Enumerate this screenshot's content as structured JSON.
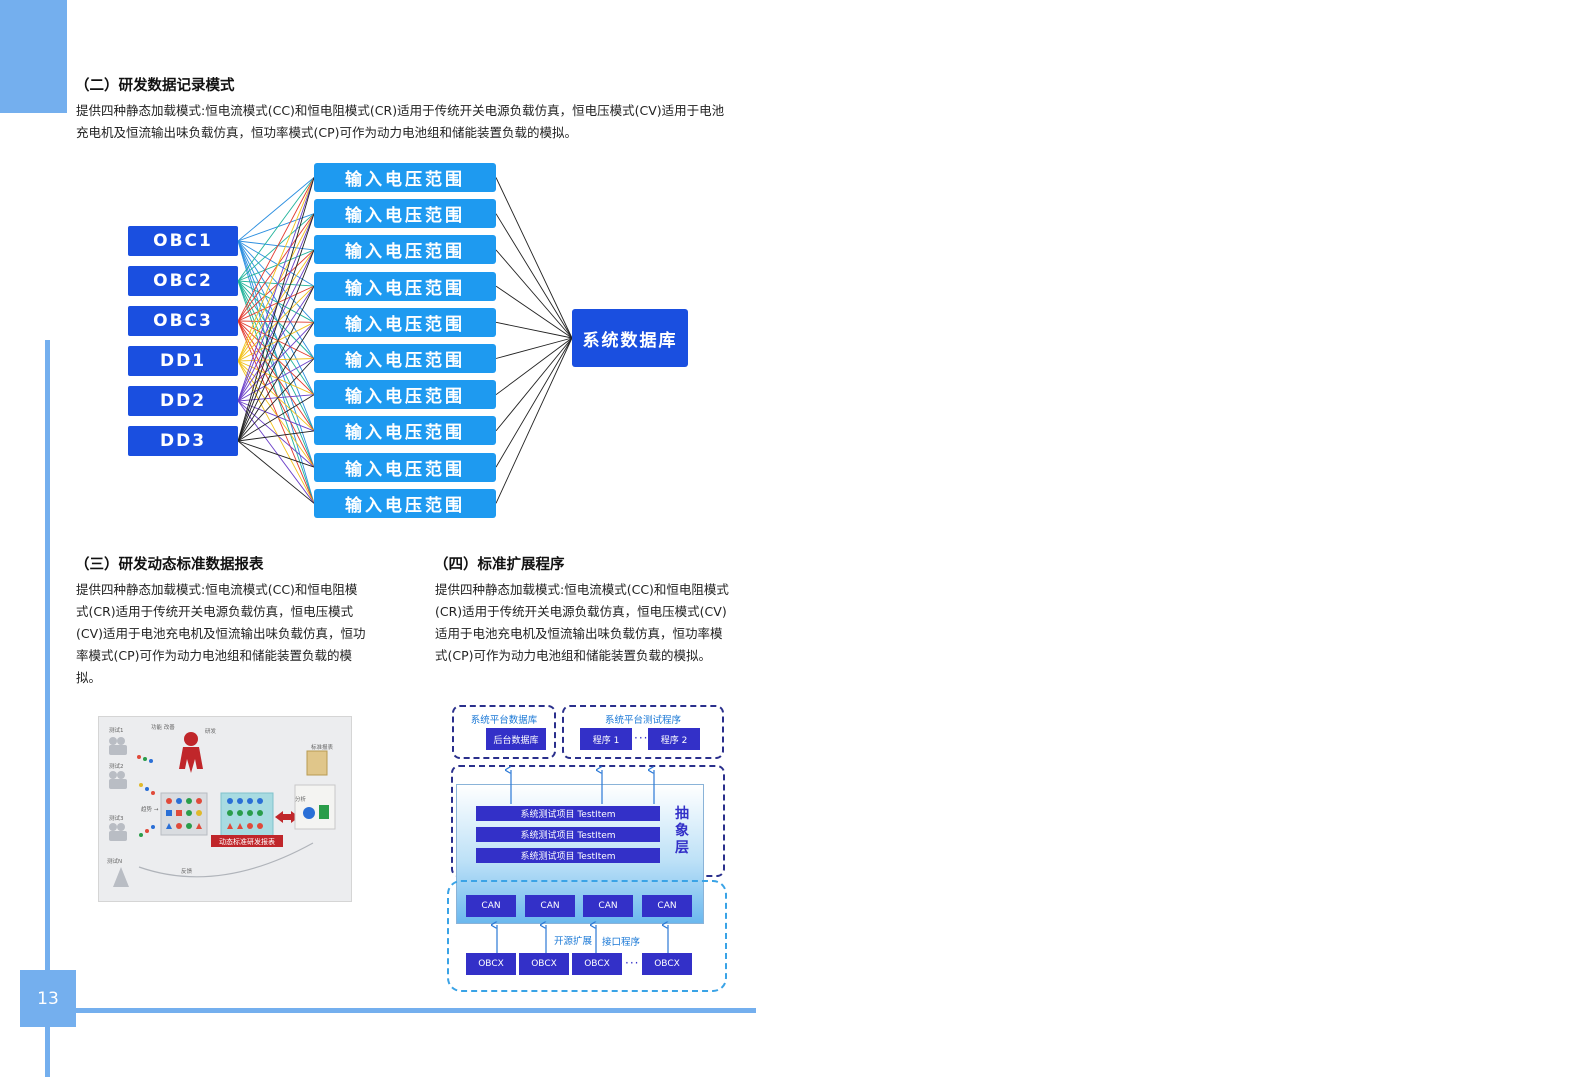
{
  "page": {
    "number": "13"
  },
  "section2": {
    "heading": "（二）研发数据记录模式",
    "text": "提供四种静态加载模式:恒电流模式(CC)和恒电阻模式(CR)适用于传统开关电源负载仿真，恒电压模式(CV)适用于电池充电机及恒流输出味负载仿真，恒功率模式(CP)可作为动力电池组和储能装置负载的模拟。"
  },
  "network": {
    "sources": [
      "OBC1",
      "OBC2",
      "OBC3",
      "DD1",
      "DD2",
      "DD3"
    ],
    "ranges": [
      "输入电压范围",
      "输入电压范围",
      "输入电压范围",
      "输入电压范围",
      "输入电压范围",
      "输入电压范围",
      "输入电压范围",
      "输入电压范围",
      "输入电压范围",
      "输入电压范围"
    ],
    "target": "系统数据库",
    "source_colors": [
      "#2c8fe0",
      "#21b39a",
      "#e23a2e",
      "#f2c21a",
      "#6b3fc8",
      "#222222"
    ]
  },
  "section3": {
    "heading": "（三）研发动态标准数据报表",
    "text": "提供四种静态加载模式:恒电流模式(CC)和恒电阻模式(CR)适用于传统开关电源负载仿真，恒电压模式(CV)适用于电池充电机及恒流输出味负载仿真，恒功率模式(CP)可作为动力电池组和储能装置负载的模拟。",
    "figure": {
      "labels": [
        "测试1",
        "测试2",
        "测试3",
        "测试N",
        "功能 改善",
        "研发",
        "趋势 →",
        "标准报表",
        "分析",
        "反馈"
      ],
      "banner": "动态标准研发报表"
    }
  },
  "section4": {
    "heading": "（四）标准扩展程序",
    "text": "提供四种静态加载模式:恒电流模式(CC)和恒电阻模式(CR)适用于传统开关电源负载仿真，恒电压模式(CV)适用于电池充电机及恒流输出味负载仿真，恒功率模式(CP)可作为动力电池组和储能装置负载的模拟。",
    "diagram": {
      "db_group_label": "系统平台数据库",
      "db_box": "后台数据库",
      "test_group_label": "系统平台测试程序",
      "programs": [
        "程序 1",
        "程序 2"
      ],
      "test_items": [
        "系统测试项目 TestItem",
        "系统测试项目 TestItem",
        "系统测试项目 TestItem"
      ],
      "abstract_label": "抽象层",
      "can_boxes": [
        "CAN",
        "CAN",
        "CAN",
        "CAN"
      ],
      "open_source_label": "开源扩展",
      "interface_label": "接口程序",
      "obcx_boxes": [
        "OBCX",
        "OBCX",
        "OBCX",
        "OBCX"
      ]
    }
  }
}
